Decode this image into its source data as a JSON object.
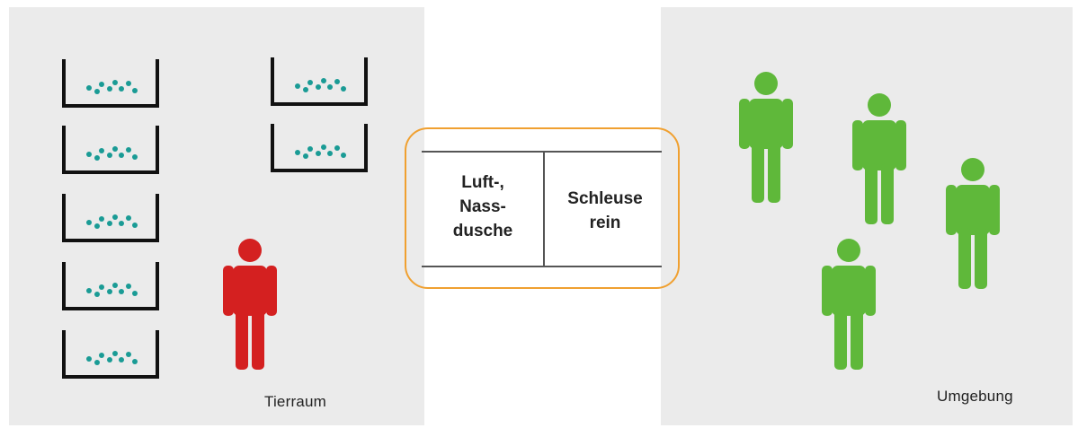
{
  "left_area": {
    "label": "Tierraum",
    "cage_count": 7,
    "person_color": "#d42020"
  },
  "right_area": {
    "label": "Umgebung",
    "person_count": 4,
    "person_color": "#5fb83a"
  },
  "airlock": {
    "shower_text": "Luft-,\nNass-\ndusche",
    "lock_text": "Schleuse\nrein",
    "border_color": "#f0a030"
  },
  "colors": {
    "panel_bg": "#ebebeb",
    "dots": "#1a9b95"
  },
  "icons": [
    "animal-cage-icon",
    "person-icon"
  ]
}
